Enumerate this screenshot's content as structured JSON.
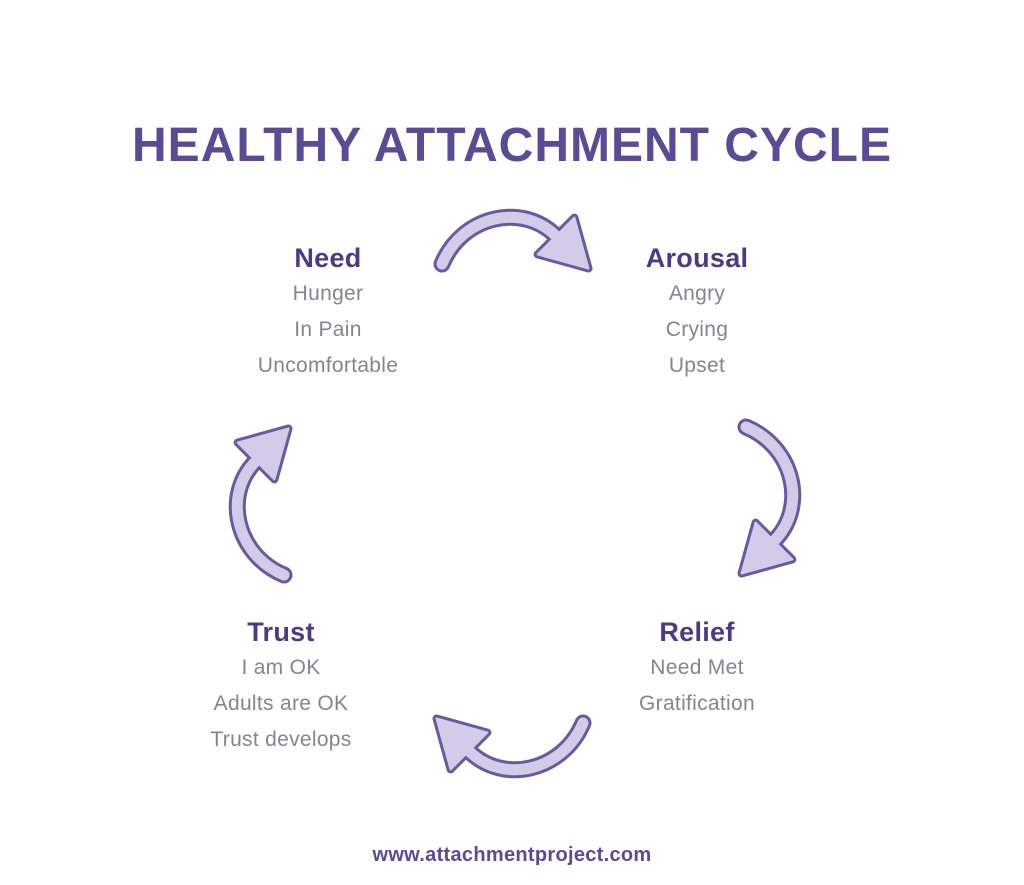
{
  "title": "HEALTHY ATTACHMENT CYCLE",
  "colors": {
    "title-purple": "#5b4a96",
    "heading-purple": "#4c3a87",
    "item-gray": "#85858d",
    "arrow-dark": "#685a9f",
    "arrow-light": "#d2cce9",
    "bg": "#ffffff"
  },
  "cycle": {
    "stages": [
      {
        "name": "Need",
        "items": [
          "Hunger",
          "In Pain",
          "Uncomfortable"
        ]
      },
      {
        "name": "Arousal",
        "items": [
          "Angry",
          "Crying",
          "Upset"
        ]
      },
      {
        "name": "Relief",
        "items": [
          "Need Met",
          "Gratification"
        ]
      },
      {
        "name": "Trust",
        "items": [
          "I am OK",
          "Adults are OK",
          "Trust develops"
        ]
      }
    ],
    "arrows": [
      {
        "name": "arrow-need-to-arousal",
        "from": "Need",
        "to": "Arousal",
        "direction": "right"
      },
      {
        "name": "arrow-arousal-to-relief",
        "from": "Arousal",
        "to": "Relief",
        "direction": "down"
      },
      {
        "name": "arrow-relief-to-trust",
        "from": "Relief",
        "to": "Trust",
        "direction": "left"
      },
      {
        "name": "arrow-trust-to-need",
        "from": "Trust",
        "to": "Need",
        "direction": "up"
      }
    ]
  },
  "footer": {
    "url": "www.attachmentproject.com"
  }
}
